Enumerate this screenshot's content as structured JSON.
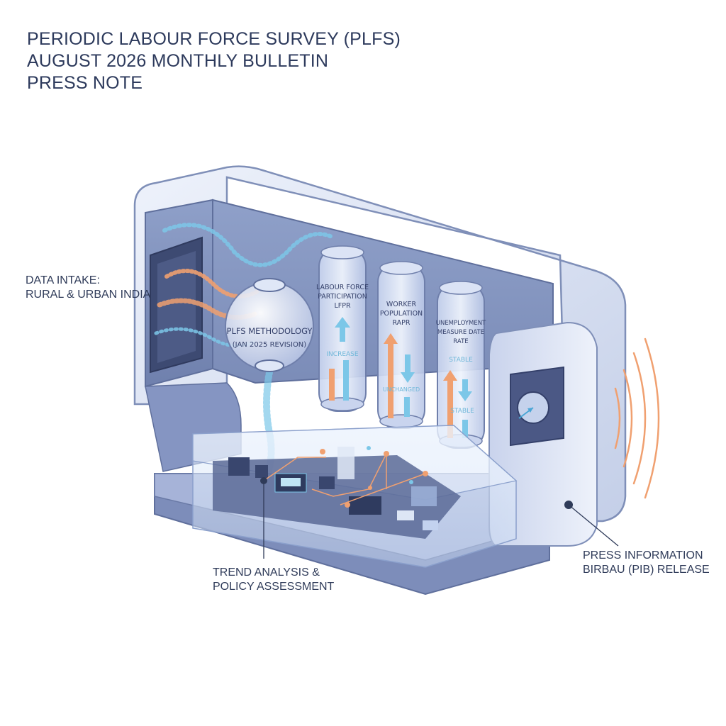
{
  "header": {
    "line1": "PERIODIC LABOUR FORCE SURVEY (PLFS)",
    "line2": "AUGUST 2026 MONTHLY BULLETIN",
    "line3": "PRESS NOTE"
  },
  "labels": {
    "intake_line1": "DATA INTAKE:",
    "intake_line2": "RURAL & URBAN INDIA",
    "methodology_line1": "PLFS METHODOLOGY",
    "methodology_line2": "(JAN 2025 REVISION)",
    "analysis_line1": "TREND ANALYSIS &",
    "analysis_line2": "POLICY ASSESSMENT",
    "release_line1": "PRESS INFORMATION",
    "release_line2": "BIRBAU (PIB) RELEASE"
  },
  "tubes": [
    {
      "line1": "LABOUR FORCE",
      "line2": "PARTICIPATION",
      "line3": "LFPR",
      "tag": "INCREASE"
    },
    {
      "line1": "WORKER",
      "line2": "POPULATION",
      "line3": "RAPR",
      "tag": "UNCHANGED"
    },
    {
      "line1": "UNEMPLOYMENT",
      "line2": "MEASURE DATE",
      "line3": "RATE",
      "tag": "STABLE",
      "tag2": "STABLE"
    }
  ],
  "colors": {
    "title": "#2d3a5c",
    "frame": "#7f8fb8",
    "frame_light": "#dfe6f6",
    "accent_orange": "#f0a070",
    "accent_blue": "#7cc7e8"
  }
}
